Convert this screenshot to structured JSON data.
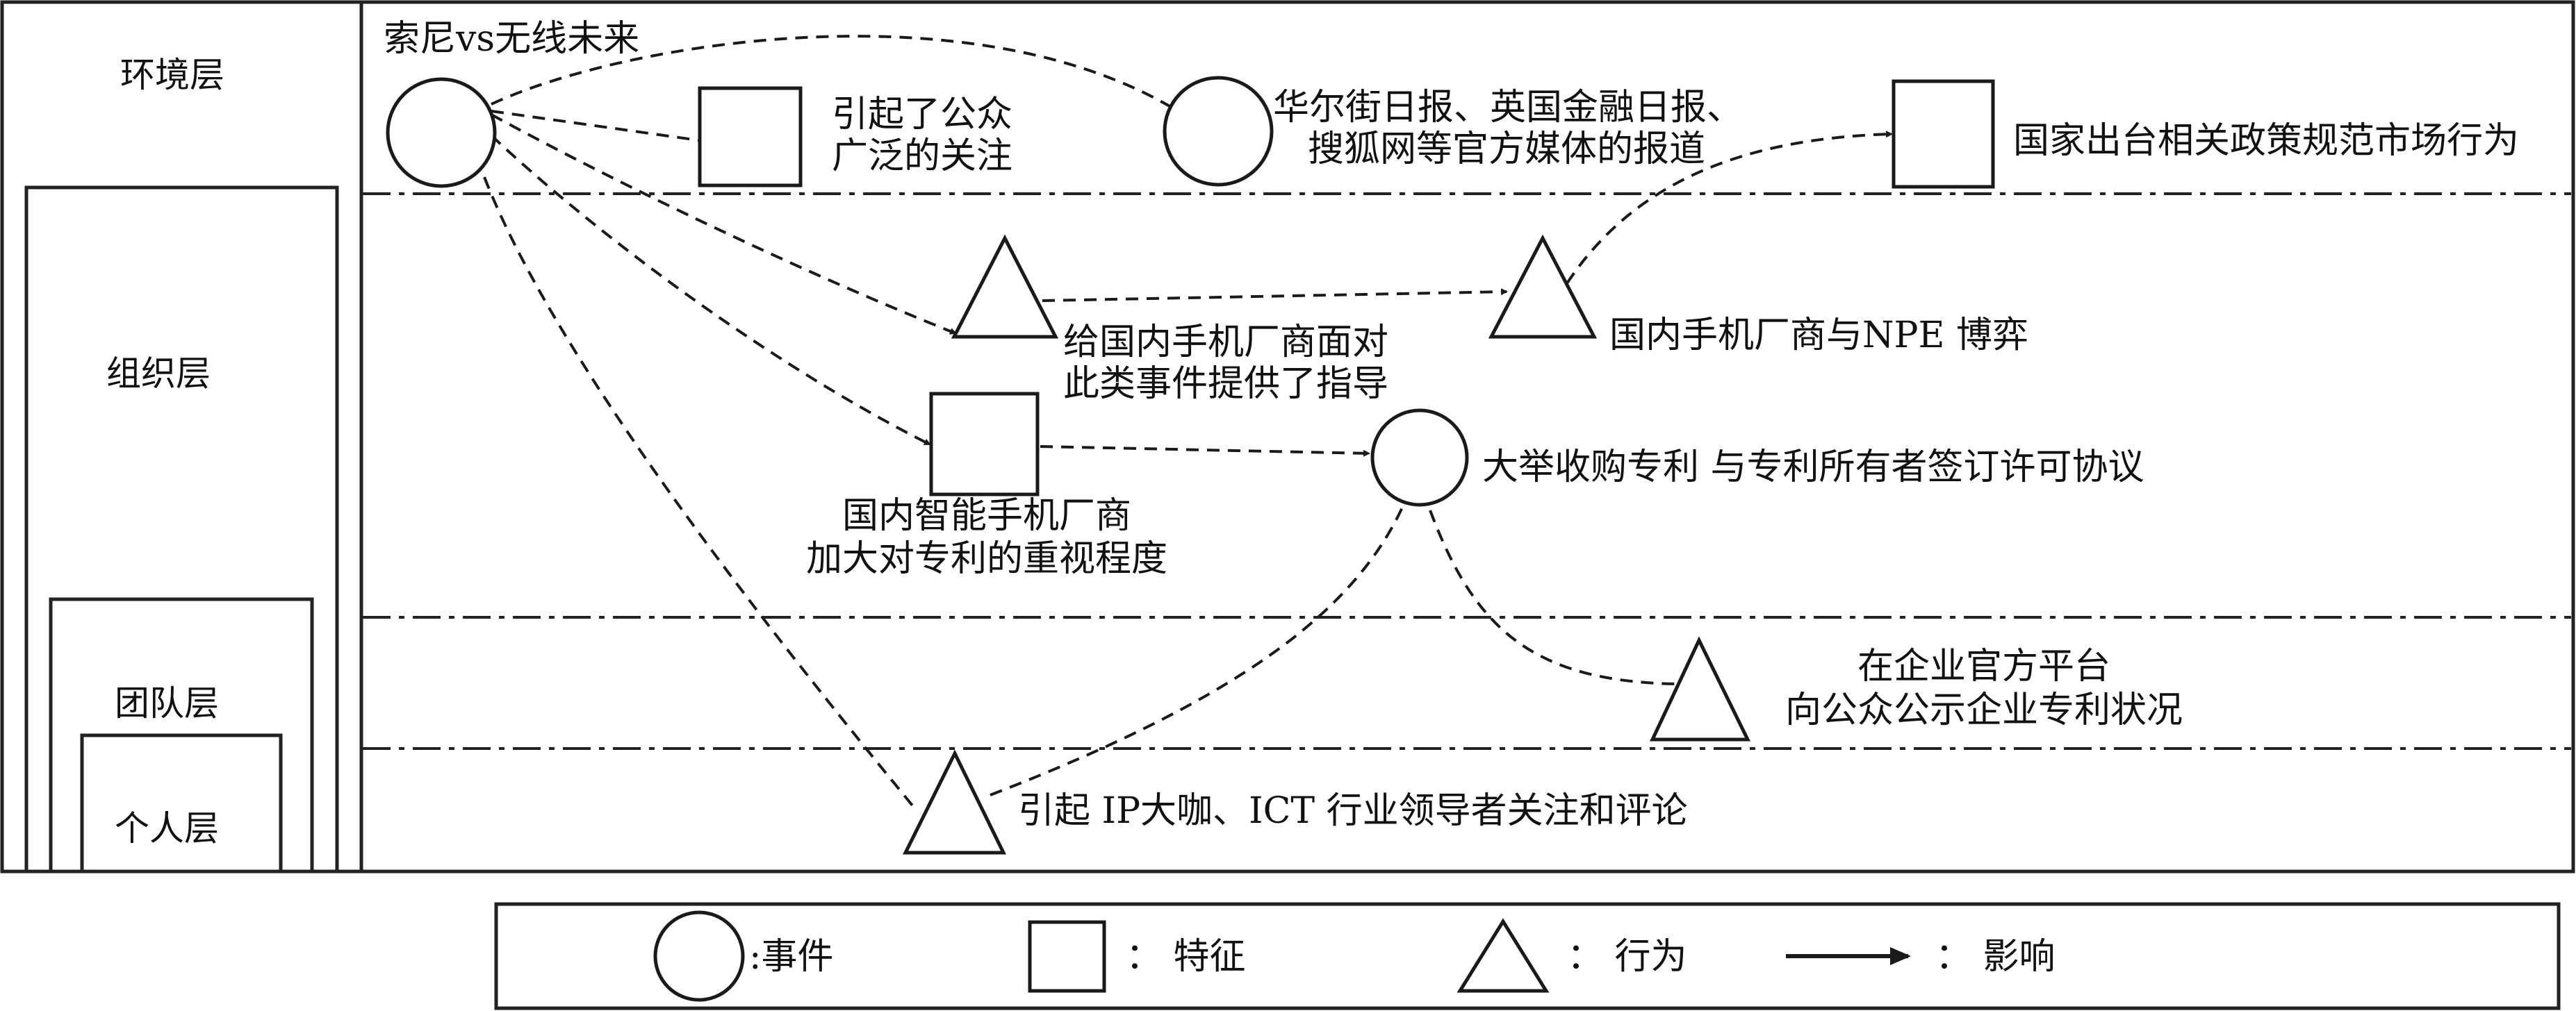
{
  "layers": [
    {
      "id": "environment",
      "label": "环境层"
    },
    {
      "id": "organization",
      "label": "组织层"
    },
    {
      "id": "team",
      "label": "团队层"
    },
    {
      "id": "individual",
      "label": "个人层"
    }
  ],
  "title": "索尼vs无线未来",
  "nodes": {
    "origin": {
      "type": "event",
      "label": ""
    },
    "public_attention": {
      "type": "feature",
      "lines": [
        "引起了公众",
        "广泛的关注"
      ]
    },
    "media_reports": {
      "type": "event",
      "lines": [
        "华尔街日报、英国金融日报、",
        "搜狐网等官方媒体的报道"
      ]
    },
    "policy": {
      "type": "feature",
      "lines": [
        "国家出台相关政策规范市场行为"
      ]
    },
    "guidance": {
      "type": "behavior",
      "lines": [
        "给国内手机厂商面对",
        "此类事件提供了指导"
      ]
    },
    "npe_game": {
      "type": "behavior",
      "lines": [
        "国内手机厂商与NPE 博弈"
      ]
    },
    "patent_focus": {
      "type": "feature",
      "lines": [
        "国内智能手机厂商",
        "加大对专利的重视程度"
      ]
    },
    "acquire_patents": {
      "type": "event",
      "lines": [
        "大举收购专利 与专利所有者签订许可协议"
      ]
    },
    "disclose": {
      "type": "behavior",
      "lines": [
        "在企业官方平台",
        "向公众公示企业专利状况"
      ]
    },
    "leaders_comment": {
      "type": "behavior",
      "lines": [
        "引起 IP大咖、ICT 行业领导者关注和评论"
      ]
    }
  },
  "edges": [
    {
      "from": "origin",
      "to": "media_reports"
    },
    {
      "from": "origin",
      "to": "public_attention"
    },
    {
      "from": "origin",
      "to": "guidance"
    },
    {
      "from": "origin",
      "to": "patent_focus"
    },
    {
      "from": "origin",
      "to": "leaders_comment"
    },
    {
      "from": "guidance",
      "to": "npe_game"
    },
    {
      "from": "npe_game",
      "to": "policy"
    },
    {
      "from": "patent_focus",
      "to": "acquire_patents"
    },
    {
      "from": "leaders_comment",
      "to": "acquire_patents"
    },
    {
      "from": "acquire_patents",
      "to": "disclose"
    }
  ],
  "legend": {
    "event": ":事件",
    "feature": "： 特征",
    "behavior": "： 行为",
    "influence": "： 影响"
  }
}
